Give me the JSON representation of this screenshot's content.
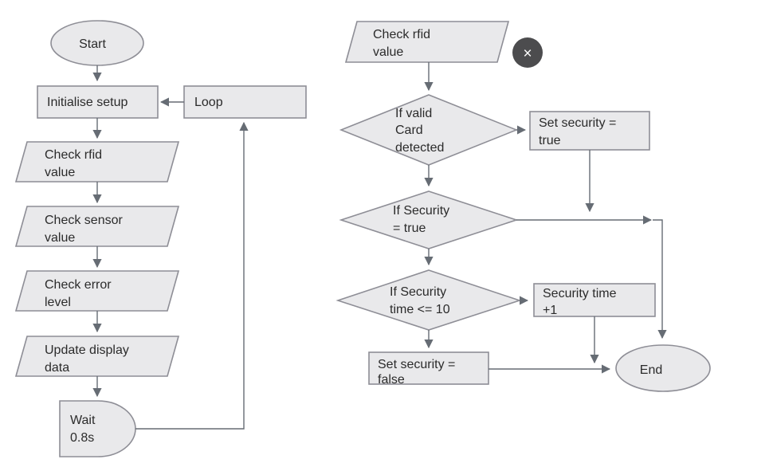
{
  "colors": {
    "background": "#ffffff",
    "node_fill": "#e9e9eb",
    "node_stroke": "#8e8e96",
    "connector": "#666c74",
    "text": "#2b2b2b",
    "close_button": "#4c4c4e"
  },
  "close_button": {
    "glyph": "×",
    "icon": "close-icon"
  },
  "left_flow": {
    "start": {
      "label": "Start",
      "shape": "ellipse"
    },
    "initialise": {
      "label": "Initialise setup",
      "shape": "rect"
    },
    "loop": {
      "label": "Loop",
      "shape": "rect"
    },
    "check_rfid": {
      "lines": [
        "Check rfid",
        "value"
      ],
      "shape": "parallelogram"
    },
    "check_sensor": {
      "lines": [
        "Check sensor",
        "value"
      ],
      "shape": "parallelogram"
    },
    "check_error": {
      "lines": [
        "Check error",
        "level"
      ],
      "shape": "parallelogram"
    },
    "update_display": {
      "lines": [
        "Update display",
        "data"
      ],
      "shape": "parallelogram"
    },
    "wait": {
      "lines": [
        "Wait",
        "0.8s"
      ],
      "shape": "delay"
    }
  },
  "right_flow": {
    "check_rfid": {
      "lines": [
        "Check rfid",
        "value"
      ],
      "shape": "parallelogram"
    },
    "if_valid_card": {
      "lines": [
        "If valid",
        "Card",
        "detected"
      ],
      "shape": "diamond"
    },
    "set_security_true": {
      "lines": [
        "Set security =",
        "true"
      ],
      "shape": "rect"
    },
    "if_security_true": {
      "lines": [
        "If Security",
        "= true"
      ],
      "shape": "diamond"
    },
    "if_security_time": {
      "lines": [
        "If Security",
        "time <= 10"
      ],
      "shape": "diamond"
    },
    "security_time_inc": {
      "lines": [
        "Security time",
        "+1"
      ],
      "shape": "rect"
    },
    "set_security_false": {
      "lines": [
        "Set security =",
        "false"
      ],
      "shape": "rect"
    },
    "end": {
      "label": "End",
      "shape": "ellipse"
    }
  },
  "edges": [
    {
      "from": "start",
      "to": "initialise"
    },
    {
      "from": "loop",
      "to": "initialise"
    },
    {
      "from": "initialise",
      "to": "check_rfid"
    },
    {
      "from": "check_rfid",
      "to": "check_sensor"
    },
    {
      "from": "check_sensor",
      "to": "check_error"
    },
    {
      "from": "check_error",
      "to": "update_display"
    },
    {
      "from": "update_display",
      "to": "wait"
    },
    {
      "from": "wait",
      "to": "loop"
    },
    {
      "from": "check_rfid_right",
      "to": "if_valid_card"
    },
    {
      "from": "if_valid_card",
      "to": "set_security_true"
    },
    {
      "from": "if_valid_card",
      "to": "if_security_true"
    },
    {
      "from": "set_security_true",
      "to": "if_security_true_junction"
    },
    {
      "from": "if_security_true",
      "to": "end"
    },
    {
      "from": "if_security_true",
      "to": "if_security_time"
    },
    {
      "from": "if_security_time",
      "to": "security_time_inc"
    },
    {
      "from": "if_security_time",
      "to": "set_security_false"
    },
    {
      "from": "security_time_inc",
      "to": "end_junction"
    },
    {
      "from": "set_security_false",
      "to": "end"
    }
  ]
}
